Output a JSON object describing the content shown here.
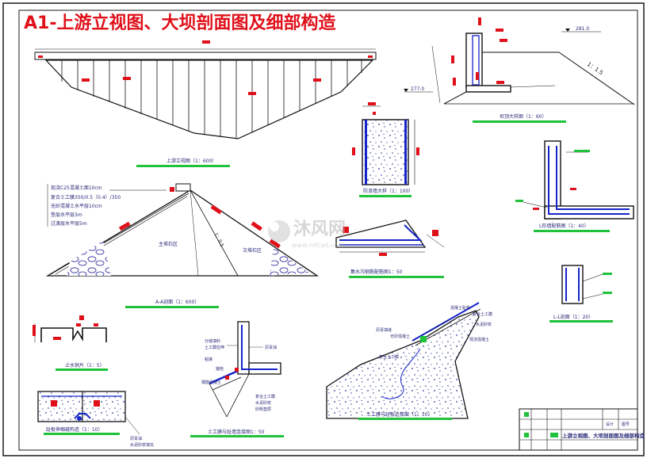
{
  "title": "A1-上游立视图、大坝剖面图及细部构造",
  "colors": {
    "frame": "#1a1a1a",
    "label_red": "#e0101a",
    "accent_green": "#1fc23a",
    "accent_blue": "#1524c8",
    "note_text": "#2a2a7a",
    "watermark": "#b8b8b8"
  },
  "captions": {
    "elevation": "上游立视图（1：600）",
    "section_aa": "A-A剖面（1：600）",
    "crest_detail": "坝顶大样图（1：60）",
    "parapet": "防浪墙大样（1：100）",
    "l_wall": "L形墙配筋图（1：40）",
    "drain": "集水沟钢筋配筋图1：50",
    "stopwater": "止水铜片（1：5）",
    "joint": "趾板伸缩缝构造（1：10）",
    "l_section": "L-L剖面（1：20）",
    "geomembrane": "土工膜与趾墙连接图1：50",
    "membrane_joint": "土工膜与趾板连接图（1：10）"
  },
  "section_layers": [
    "现浇C25混凝土面10cm",
    "复合土工膜350/0.5（0.4）/350",
    "无砂混凝土水平层10cm",
    "垫层水平层3m",
    "过渡层水平层5m"
  ],
  "section_labels": {
    "left_zone": "主堆石区",
    "slope": "1：0.5",
    "right_zone": "次堆石区"
  },
  "crest_labels": {
    "elev_top": "281.0",
    "elev_bottom": "277.0",
    "slope": "1：1.5"
  },
  "geomembrane_labels": [
    "分缝填料",
    "土工膜拉伸",
    "粘接",
    "锚栓",
    "钢筋混凝土",
    "沥青油",
    "复合土工膜",
    "水泥砂浆",
    "砂砾垫层"
  ],
  "membrane_joint_labels": [
    "混凝土趾板",
    "复合土工膜",
    "水泥砂浆",
    "沥青填缝",
    "无砂混凝土",
    "复合土工膜",
    "现浇混凝土"
  ],
  "joint_labels": [
    "沥青油",
    "水泥砂浆填充"
  ],
  "title_block": {
    "main": "上游立视图、大坝剖面图及细部构造",
    "small": "设计",
    "sheet": "图号"
  },
  "watermark": {
    "text": "沐风网",
    "url": "www.mfcad.com"
  }
}
